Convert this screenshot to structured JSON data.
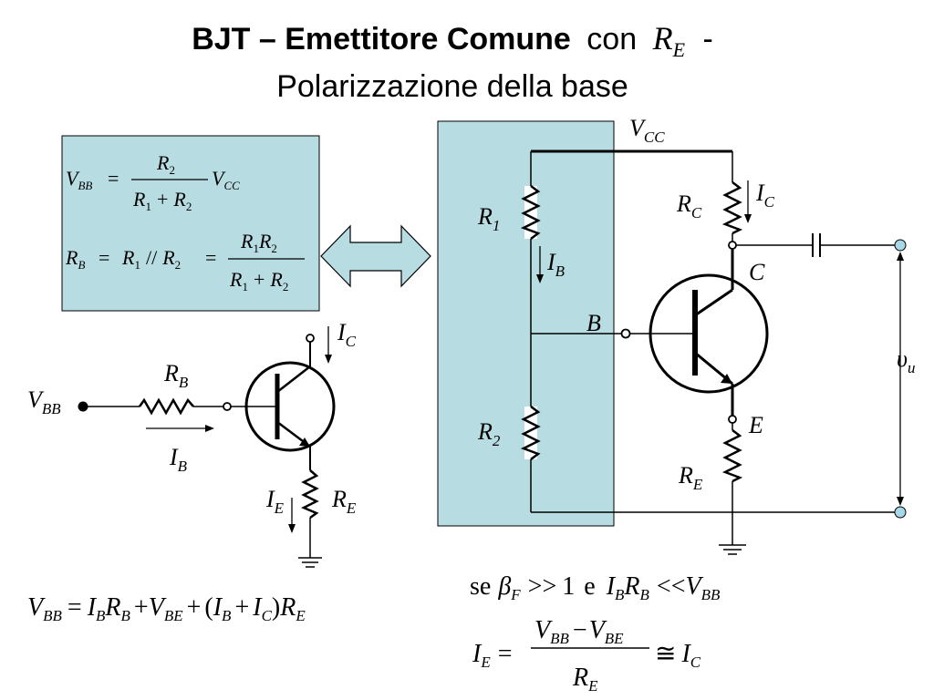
{
  "title": {
    "part1": "BJT – Emettitore Comune",
    "part2": "con",
    "re_symbol": "R",
    "re_sub": "E",
    "dash": "-",
    "line2": "Polarizzazione della base"
  },
  "formula_box": {
    "eq1": {
      "lhs": "V",
      "lhs_sub": "BB",
      "equals": "=",
      "num": "R",
      "num_sub": "2",
      "den_a": "R",
      "den_a_sub": "1",
      "plus": "+",
      "den_b": "R",
      "den_b_sub": "2",
      "tail": "V",
      "tail_sub": "CC"
    },
    "eq2": {
      "lhs": "R",
      "lhs_sub": "B",
      "equals": "=",
      "a": "R",
      "a_sub": "1",
      "par": "//",
      "b": "R",
      "b_sub": "2",
      "equals2": "=",
      "num_a": "R",
      "num_a_sub": "1",
      "num_b": "R",
      "num_b_sub": "2",
      "den_a": "R",
      "den_a_sub": "1",
      "plus": "+",
      "den_b": "R",
      "den_b_sub": "2"
    }
  },
  "left_circuit": {
    "vbb": "V",
    "vbb_sub": "BB",
    "rb": "R",
    "rb_sub": "B",
    "ib": "I",
    "ib_sub": "B",
    "ic": "I",
    "ic_sub": "C",
    "ie": "I",
    "ie_sub": "E",
    "re": "R",
    "re_sub": "E"
  },
  "right_circuit": {
    "vcc": "V",
    "vcc_sub": "CC",
    "r1": "R",
    "r1_sub": "1",
    "r2": "R",
    "r2_sub": "2",
    "ib": "I",
    "ib_sub": "B",
    "rc": "R",
    "rc_sub": "C",
    "ic": "I",
    "ic_sub": "C",
    "node_b": "B",
    "node_c": "C",
    "node_e": "E",
    "re": "R",
    "re_sub": "E",
    "vu": "υ",
    "vu_sub": "u"
  },
  "bottom_left_equation": {
    "t1": "V",
    "t1_sub": "BB",
    "eq": "=",
    "t2": "I",
    "t2_sub": "B",
    "t3": "R",
    "t3_sub": "B",
    "plus1": "+",
    "t4": "V",
    "t4_sub": "BE",
    "plus2": "+",
    "lp": "(",
    "t5": "I",
    "t5_sub": "B",
    "plus3": "+",
    "t6": "I",
    "t6_sub": "C",
    "rp": ")",
    "t7": "R",
    "t7_sub": "E"
  },
  "condition": {
    "se": "se",
    "beta": "β",
    "beta_sub": "F",
    "gg": ">>",
    "one": "1",
    "e": "e",
    "ib": "I",
    "ib_sub": "B",
    "rb": "R",
    "rb_sub": "B",
    "ll": "<<",
    "vbb": "V",
    "vbb_sub": "BB"
  },
  "ie_formula": {
    "ie": "I",
    "ie_sub": "E",
    "eq": "=",
    "num_a": "V",
    "num_a_sub": "BB",
    "minus": "−",
    "num_b": "V",
    "num_b_sub": "BE",
    "den": "R",
    "den_sub": "E",
    "approx": "≅",
    "ic": "I",
    "ic_sub": "C"
  },
  "colors": {
    "box_fill": "#b7dde3",
    "line": "#000000",
    "terminal_fill": "#a8d8e8"
  }
}
